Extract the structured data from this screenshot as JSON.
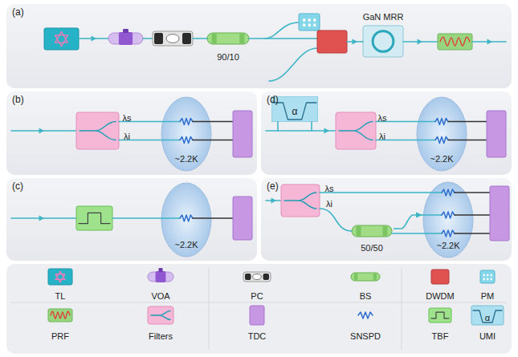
{
  "diagram": {
    "nodes": [
      {
        "text": [
          "(a)"
        ]
      },
      {
        "text": [
          "90/10"
        ],
        "in": 0
      },
      {
        "text": [
          "GaN MRR"
        ],
        "in": 0
      },
      {
        "text": [
          "(b)"
        ]
      },
      {
        "text": [
          "~2.2K"
        ],
        "in": 3
      },
      {
        "text": [
          "(d)"
        ]
      },
      {
        "text": [
          "α"
        ],
        "in": 5
      },
      {
        "text": [
          "~2.2K"
        ],
        "in": 5
      },
      {
        "text": [
          "(c)"
        ]
      },
      {
        "text": [
          "~2.2K"
        ],
        "in": 8
      },
      {
        "text": [
          "(e)"
        ]
      },
      {
        "text": [
          "50/50"
        ],
        "in": 10
      },
      {
        "text": [
          "~2.2K"
        ],
        "in": 10
      }
    ],
    "edges": [
      {
        "from": 11,
        "to": 12,
        "arrow": "to"
      }
    ],
    "labels": [
      "λs",
      "λi",
      "λs",
      "λi",
      "λs",
      "λi",
      "α"
    ],
    "legend": [
      {
        "text": "TL"
      },
      {
        "text": "VOA"
      },
      {
        "text": "PC"
      },
      {
        "text": "BS"
      },
      {
        "text": "DWDM"
      },
      {
        "text": "PM"
      },
      {
        "text": "PRF"
      },
      {
        "text": "Filters"
      },
      {
        "text": "TDC"
      },
      {
        "text": "SNSPD"
      },
      {
        "text": "TBF"
      },
      {
        "text": "UMI"
      }
    ]
  }
}
